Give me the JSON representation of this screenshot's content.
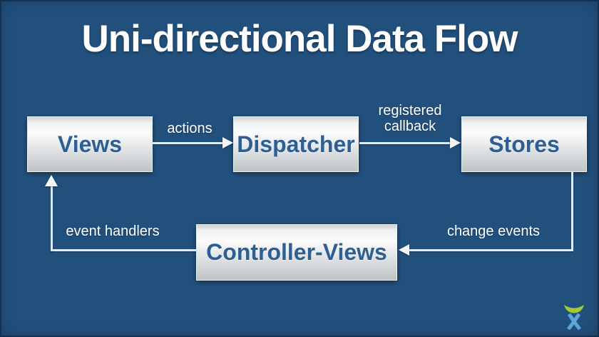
{
  "title": "Uni-directional Data Flow",
  "nodes": [
    {
      "id": "views",
      "label": "Views"
    },
    {
      "id": "dispatcher",
      "label": "Dispatcher"
    },
    {
      "id": "stores",
      "label": "Stores"
    },
    {
      "id": "controller_views",
      "label": "Controller-Views"
    }
  ],
  "edges": [
    {
      "from": "views",
      "to": "dispatcher",
      "label": "actions"
    },
    {
      "from": "dispatcher",
      "to": "stores",
      "label": "registered callback"
    },
    {
      "from": "stores",
      "to": "controller_views",
      "label": "change events"
    },
    {
      "from": "controller_views",
      "to": "views",
      "label": "event handlers"
    }
  ],
  "logo": {
    "name": "atlassian-logo"
  },
  "colors": {
    "background": "#22507d",
    "node_text": "#2e5f93",
    "title_text": "#ffffff",
    "arrow": "#e7eaec",
    "logo_green": "#a6c832",
    "logo_blue": "#5ea3da"
  }
}
